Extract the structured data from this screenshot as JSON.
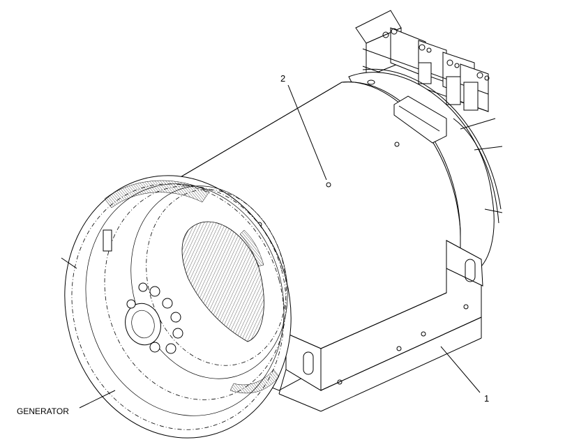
{
  "labels": {
    "part_label": "GENERATOR",
    "callout_1": "1",
    "callout_2": "2"
  },
  "colors": {
    "line": "#000000",
    "background": "#ffffff"
  }
}
